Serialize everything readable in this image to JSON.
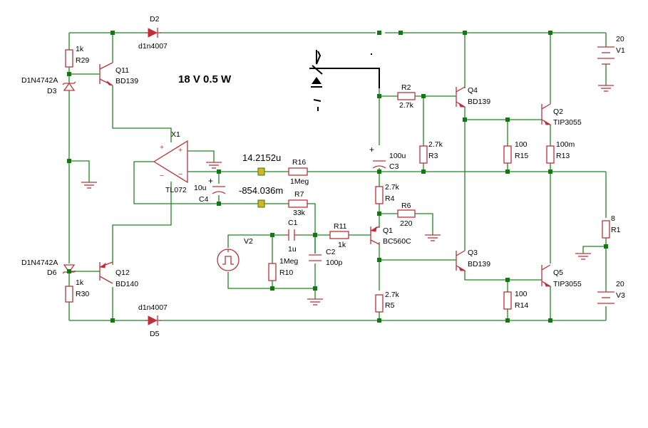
{
  "title": "18 V 0.5 W",
  "probes": {
    "p1": "14.2152u",
    "p2": "-854.036m"
  },
  "parts": {
    "R29": {
      "ref": "R29",
      "val": "1k"
    },
    "Q11": {
      "ref": "Q11",
      "val": "BD139"
    },
    "D2": {
      "ref": "D2",
      "val": "d1n4007"
    },
    "D3": {
      "ref": "D3",
      "val": "D1N4742A"
    },
    "X1": {
      "ref": "X1",
      "val": "TL072"
    },
    "C4": {
      "ref": "C4",
      "val": "10u"
    },
    "R16": {
      "ref": "R16",
      "val": "1Meg"
    },
    "R7": {
      "ref": "R7",
      "val": "33k"
    },
    "C1": {
      "ref": "C1",
      "val": "1u"
    },
    "V2": {
      "ref": "V2"
    },
    "R10": {
      "ref": "R10",
      "val": "1Meg"
    },
    "C2": {
      "ref": "C2",
      "val": "100p"
    },
    "R11": {
      "ref": "R11",
      "val": "1k"
    },
    "D6": {
      "ref": "D6",
      "val": "D1N4742A"
    },
    "Q12": {
      "ref": "Q12",
      "val": "BD140"
    },
    "R30": {
      "ref": "R30",
      "val": "1k"
    },
    "D5": {
      "ref": "D5",
      "val": "d1n4007"
    },
    "R2": {
      "ref": "R2",
      "val": "2.7k"
    },
    "R3": {
      "ref": "R3",
      "val": "2.7k"
    },
    "C3": {
      "ref": "C3",
      "val": "100u"
    },
    "R4": {
      "ref": "R4",
      "val": "2.7k"
    },
    "R6": {
      "ref": "R6",
      "val": "220"
    },
    "Q1": {
      "ref": "Q1",
      "val": "BC560C"
    },
    "R5": {
      "ref": "R5",
      "val": "2.7k"
    },
    "Q4": {
      "ref": "Q4",
      "val": "BD139"
    },
    "Q3": {
      "ref": "Q3",
      "val": "BD139"
    },
    "R15": {
      "ref": "R15",
      "val": "100"
    },
    "R14": {
      "ref": "R14",
      "val": "100"
    },
    "Q2": {
      "ref": "Q2",
      "val": "TIP3055"
    },
    "R13": {
      "ref": "R13",
      "val": "100m"
    },
    "Q5": {
      "ref": "Q5",
      "val": "TIP3055"
    },
    "V1": {
      "ref": "V1",
      "val": "20"
    },
    "R1": {
      "ref": "R1",
      "val": "8"
    },
    "V3": {
      "ref": "V3",
      "val": "20"
    }
  },
  "colors": {
    "wire": "#1b8a1b",
    "component": "#c0303a",
    "node": "#0f7a0f",
    "probe": "#e0b020"
  }
}
